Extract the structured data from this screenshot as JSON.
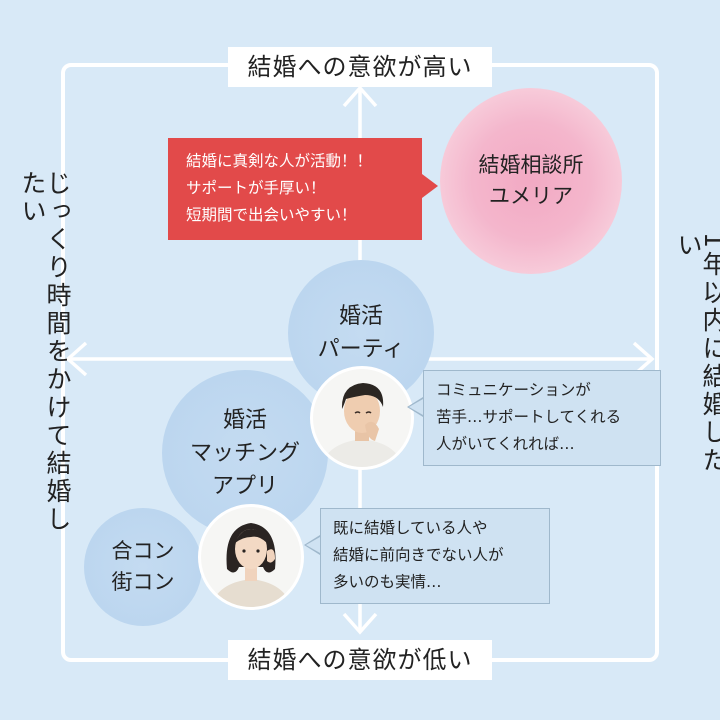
{
  "axes": {
    "top": "結婚への意欲が高い",
    "bottom": "結婚への意欲が低い",
    "left": "じっくり時間をかけて結婚したい",
    "right": "1年以内に結婚したい"
  },
  "circles": {
    "sodansho": [
      "結婚相談所",
      "ユメリア"
    ],
    "party": [
      "婚活",
      "パーティ"
    ],
    "app": [
      "婚活",
      "マッチング",
      "アプリ"
    ],
    "goukon": [
      "合コン",
      "街コン"
    ]
  },
  "bubbles": {
    "red": [
      "結婚に真剣な人が活動！！",
      "サポートが手厚い！",
      "短期間で出会いやすい！"
    ],
    "man": [
      "コミュニケーションが",
      "苦手…サポートしてくれる",
      "人がいてくれれば…"
    ],
    "woman": [
      "既に結婚している人や",
      "結婚に前向きでない人が",
      "多いのも実情…"
    ]
  },
  "colors": {
    "background": "#d8e9f7",
    "frame": "#ffffff",
    "red_bubble": "#e24a4a",
    "pink_circle": "#f2a9c3",
    "pale_circle": "#bcd6ef"
  },
  "icons": [
    "man-photo",
    "woman-photo"
  ]
}
